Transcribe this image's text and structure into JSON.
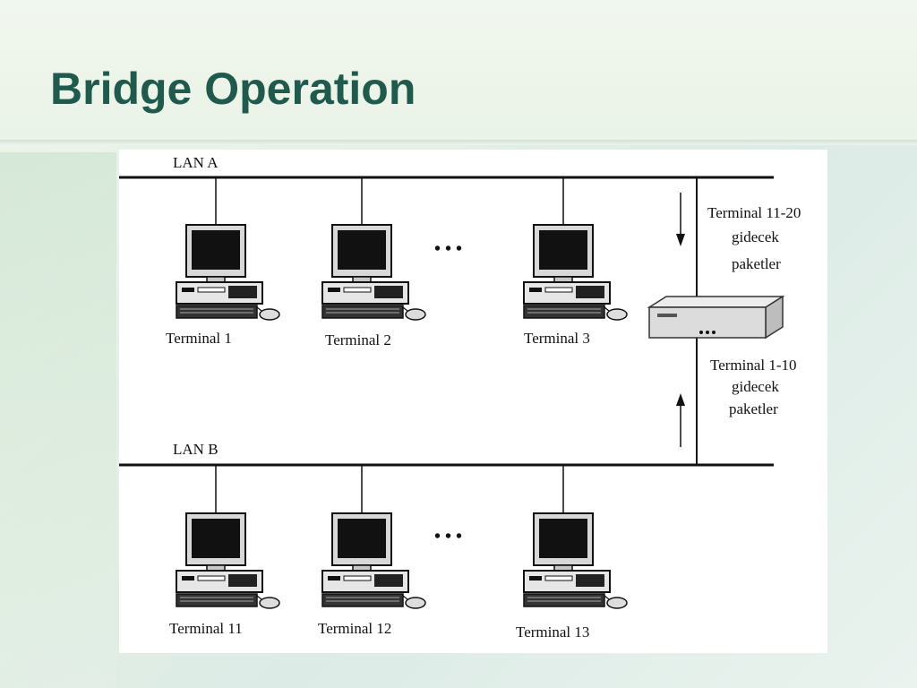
{
  "slide": {
    "title": "Bridge Operation"
  },
  "diagram": {
    "lan_a": {
      "label": "LAN A",
      "terminals": [
        "Terminal 1",
        "Terminal 2",
        "Terminal 3"
      ]
    },
    "lan_b": {
      "label": "LAN B",
      "terminals": [
        "Terminal 11",
        "Terminal 12",
        "Terminal 13"
      ]
    },
    "ellipsis": "• • •",
    "bridge_note_top": [
      "Terminal 11-20",
      "gidecek",
      "paketler"
    ],
    "bridge_note_bottom": [
      "Terminal 1-10",
      "gidecek",
      "paketler"
    ]
  }
}
